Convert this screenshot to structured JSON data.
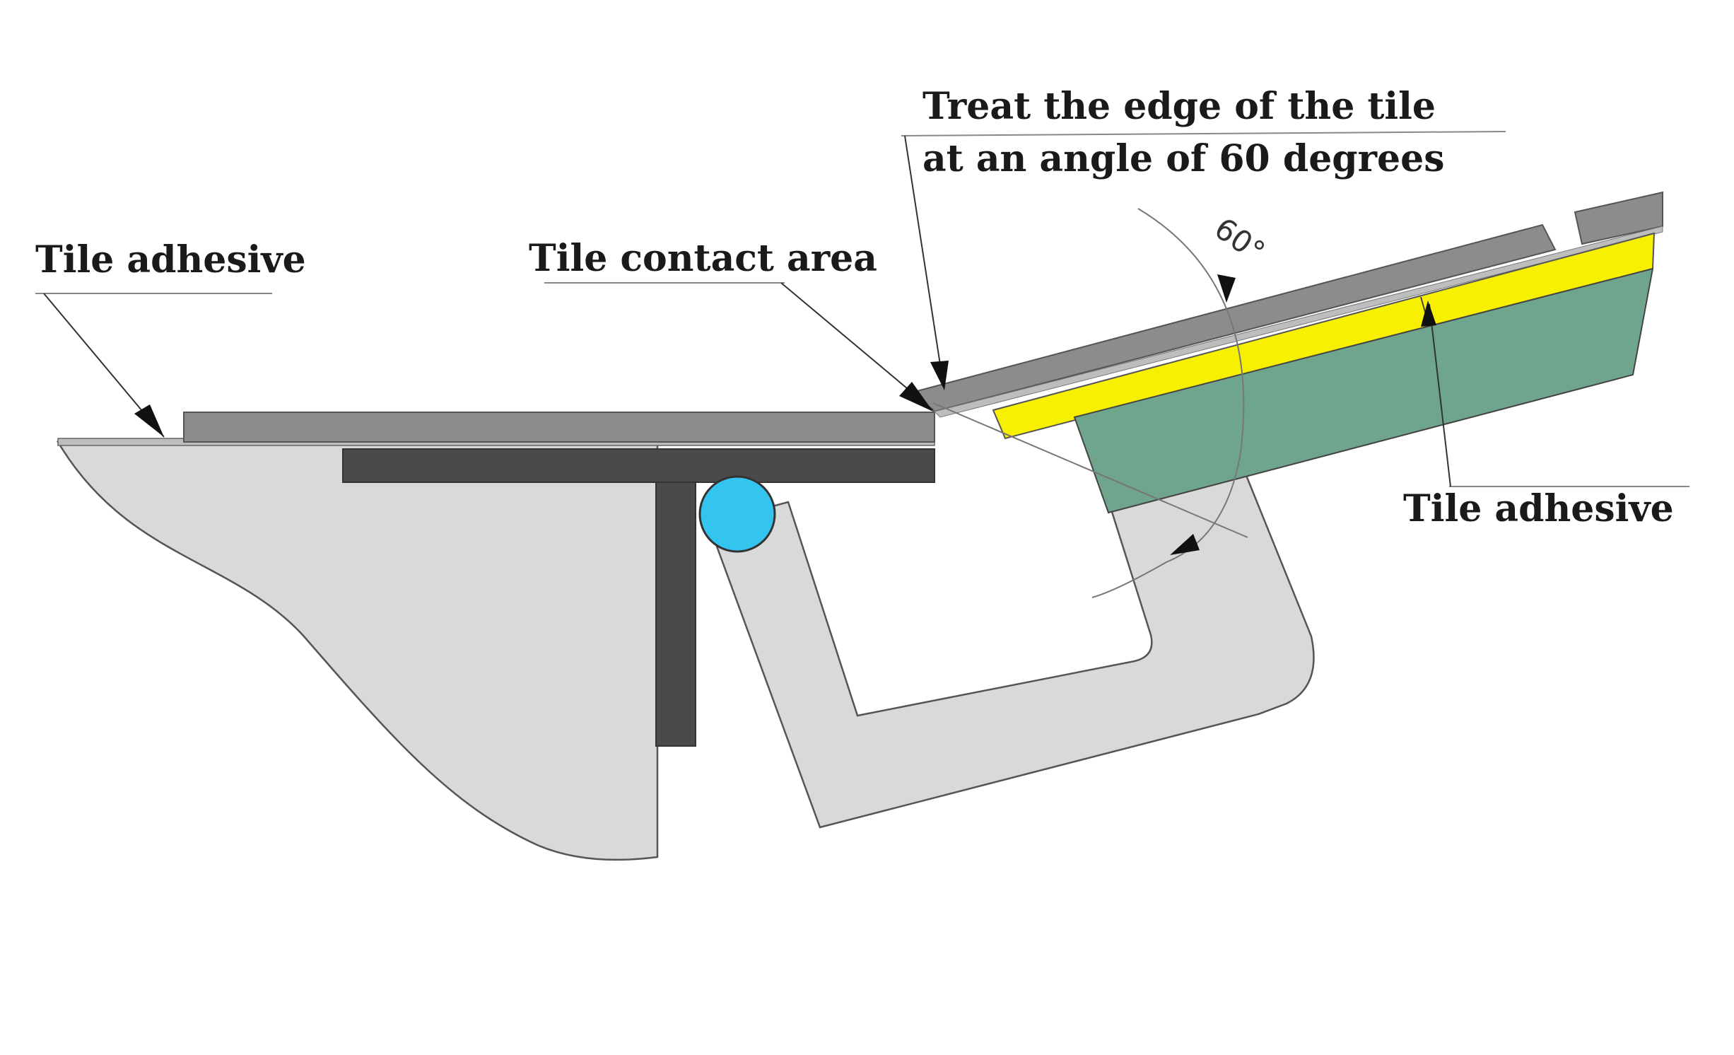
{
  "labels": {
    "tile_adhesive_left": "Tile adhesive",
    "tile_contact_area": "Tile contact area",
    "treat_edge_line1": "Treat the edge of the tile",
    "treat_edge_line2": "at an angle of 60 degrees",
    "tile_adhesive_right": "Tile adhesive",
    "angle": "60°"
  },
  "colors": {
    "concrete_fill": "#d9d9d9",
    "outline": "#555555",
    "tile_gray": "#8c8c8c",
    "tile_dark": "#4a4a4a",
    "adhesive_yellow": "#f7f000",
    "substrate_green": "#6fa58c",
    "cord_blue": "#33c4f0",
    "leader_line": "#888888",
    "text": "#1a1a1a"
  }
}
